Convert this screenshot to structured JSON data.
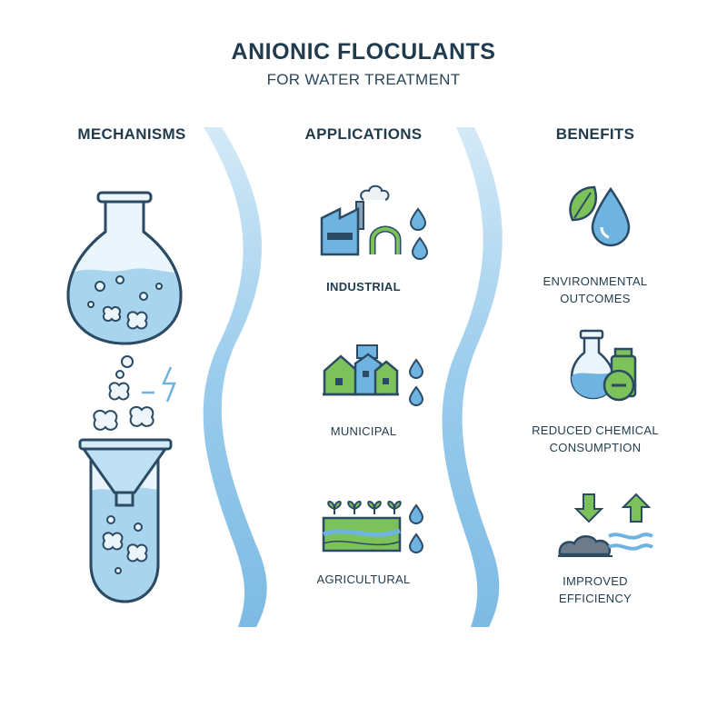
{
  "header": {
    "title": "ANIONIC FLOCULANTS",
    "subtitle": "FOR WATER TREATMENT"
  },
  "columns": {
    "mechanisms": {
      "heading": "MECHANISMS"
    },
    "applications": {
      "heading": "APPLICATIONS",
      "items": [
        {
          "label": "INDUSTRIAL",
          "icon": "factory-icon"
        },
        {
          "label": "MUNICIPAL",
          "icon": "houses-icon"
        },
        {
          "label": "AGRICULTURAL",
          "icon": "farmland-icon"
        }
      ]
    },
    "benefits": {
      "heading": "BENEFITS",
      "items": [
        {
          "line1": "ENVIRONMENTAL",
          "line2": "OUTCOMES",
          "icon": "leaf-drop-icon"
        },
        {
          "line1": "REDUCED CHEMICAL",
          "line2": "CONSUMPTION",
          "icon": "chemical-bottles-icon"
        },
        {
          "line1": "IMPROVED",
          "line2": "EFFICIENCY",
          "icon": "sludge-arrows-icon"
        }
      ]
    }
  },
  "colors": {
    "water": "#a9d4ee",
    "water_dark": "#6fb3e0",
    "outline": "#2b4a63",
    "green": "#7cc15a",
    "gray": "#6c7a89"
  }
}
